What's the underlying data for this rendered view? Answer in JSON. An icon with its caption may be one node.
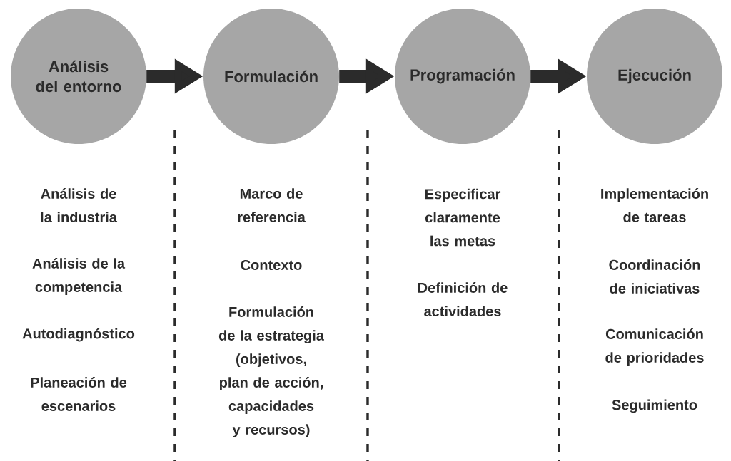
{
  "diagram": {
    "nodes": [
      {
        "text": [
          "Análisis del entorno"
        ]
      },
      {
        "text": [
          "Formulación"
        ]
      },
      {
        "text": [
          "Programación"
        ]
      },
      {
        "text": [
          "Ejecución"
        ]
      }
    ],
    "edges": [
      {
        "from": 0,
        "to": 1,
        "arrow": "to"
      },
      {
        "from": 1,
        "to": 2,
        "arrow": "to"
      },
      {
        "from": 2,
        "to": 3,
        "arrow": "to"
      }
    ],
    "labels": [
      "Análisis de la industria",
      "Análisis de la competencia",
      "Autodiagnóstico",
      "Planeación de escenarios",
      "Marco de referencia",
      "Contexto",
      "Formulación de la estrategia (objetivos, plan de acción, capacidades y recursos)",
      "Especificar claramente las metas",
      "Definición de actividades",
      "Implementación de tareas",
      "Coordinación de iniciativas",
      "Comunicación de prioridades",
      "Seguimiento"
    ]
  }
}
